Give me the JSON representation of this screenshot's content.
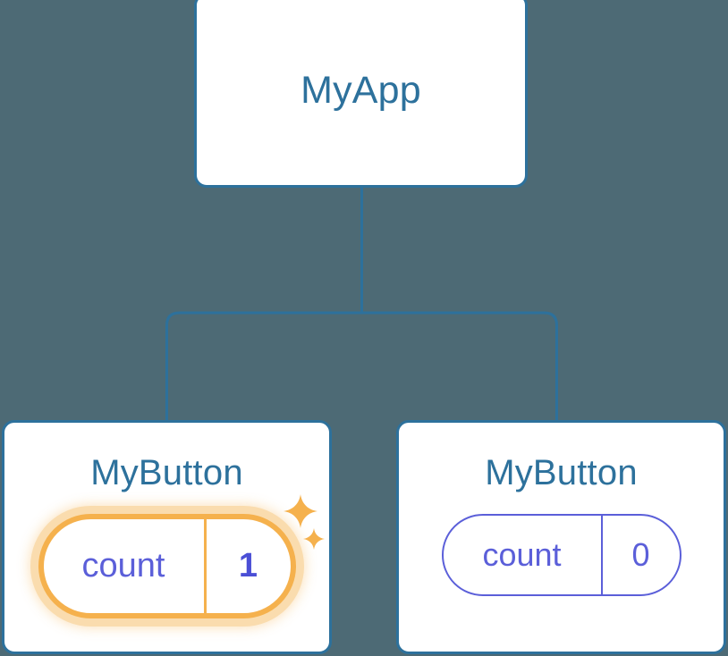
{
  "diagram": {
    "type": "component-tree",
    "background_color": "#4d6a75",
    "node_border_color": "#2d719c",
    "node_title_color": "#2d719c",
    "connector_color": "#2d719c",
    "state_color_inactive": "#5b5fd9",
    "state_color_active": "#f5b14d",
    "state_glow_color": "#fadcae",
    "sparkle_color": "#f5b14d"
  },
  "root": {
    "title": "MyApp"
  },
  "children": [
    {
      "title": "MyButton",
      "state": {
        "key": "count",
        "value": "1",
        "highlighted": true,
        "sparkle_large": "sparkle-icon",
        "sparkle_small": "sparkle-icon"
      }
    },
    {
      "title": "MyButton",
      "state": {
        "key": "count",
        "value": "0",
        "highlighted": false
      }
    }
  ]
}
